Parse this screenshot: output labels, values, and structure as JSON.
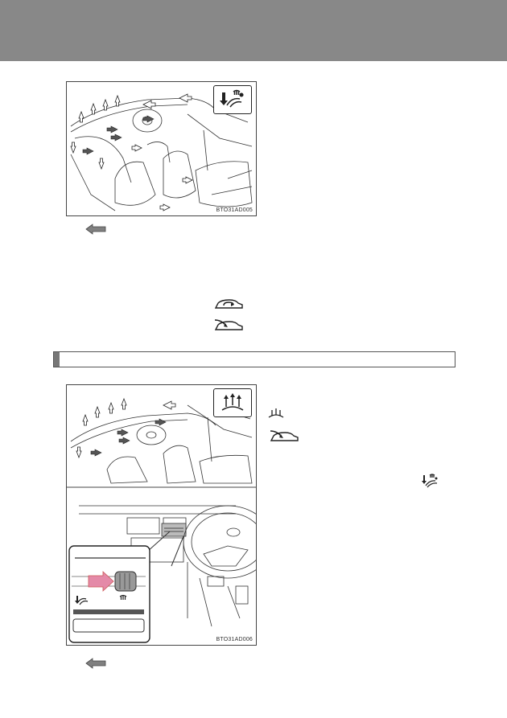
{
  "figures": [
    {
      "code": "BTO31AD005",
      "mode": "foot-defog"
    },
    {
      "code": "BTO31AD006",
      "mode": "windshield-defog"
    }
  ],
  "icons": {
    "back_arrow": "left-arrow-icon",
    "recirculate": "recirculated-air-icon",
    "outside_air": "outside-air-icon",
    "defog": "windshield-defog-icon",
    "foot_defog": "foot-windshield-icon"
  },
  "colors": {
    "header": "#888888",
    "arrow_fill": "#808080",
    "slider_arrow": "#e48aa8",
    "section_mark": "#777777"
  }
}
